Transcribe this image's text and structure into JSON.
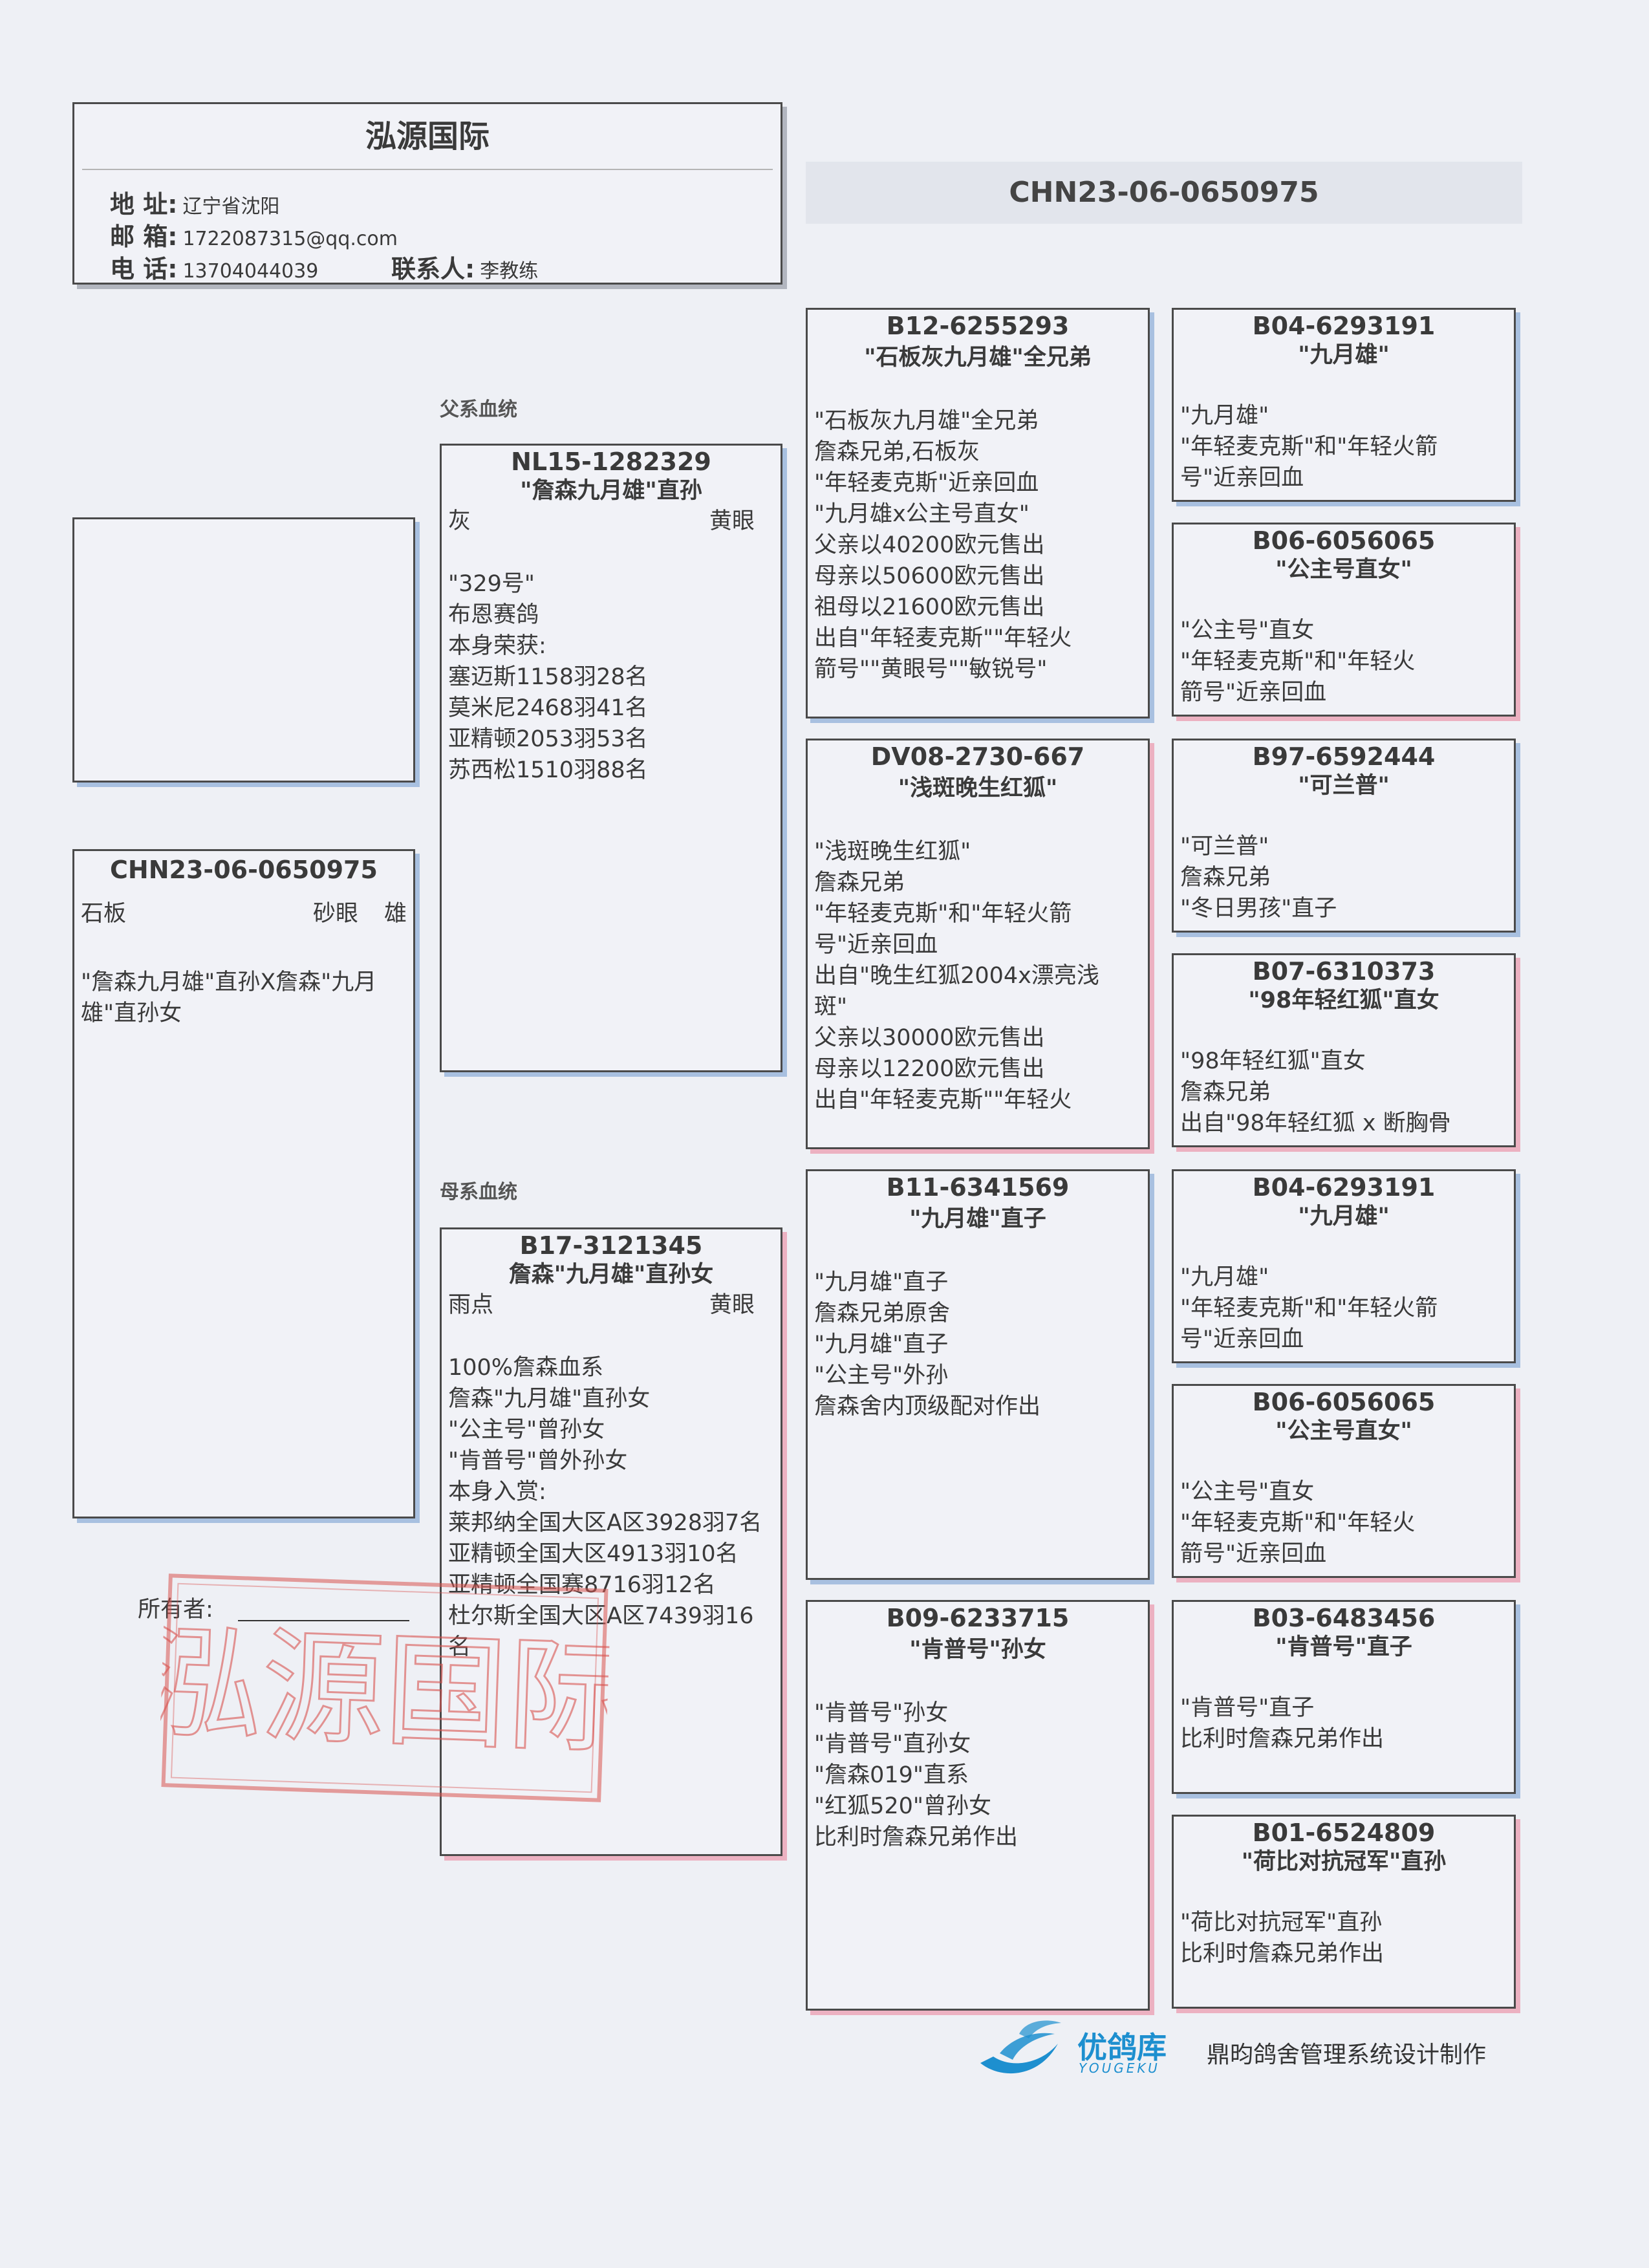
{
  "header": {
    "org_name": "泓源国际",
    "address_label": "地 址:",
    "address": "辽宁省沈阳",
    "email_label": "邮 箱:",
    "email": "1722087315@qq.com",
    "phone_label": "电 话:",
    "phone": "13704044039",
    "contact_label": "联系人:",
    "contact": "李教练"
  },
  "ring_banner": "CHN23-06-0650975",
  "subject": {
    "ring": "CHN23-06-0650975",
    "color": "石板",
    "eye": "砂眼",
    "sex": "雄",
    "note": [
      "\"詹森九月雄\"直孙X詹森\"九月",
      "雄\"直孙女"
    ]
  },
  "owner_label": "所有者:",
  "stamp_text": "泓源国际",
  "sire_label": "父系血统",
  "dam_label": "母系血统",
  "sire": {
    "ring": "NL15-1282329",
    "name": "\"詹森九月雄\"直孙",
    "color": "灰",
    "eye": "黄眼",
    "lines": [
      "",
      "\"329号\"",
      "布恩赛鸽",
      "本身荣获:",
      "塞迈斯1158羽28名",
      "莫米尼2468羽41名",
      "亚精顿2053羽53名",
      "苏西松1510羽88名"
    ]
  },
  "dam": {
    "ring": "B17-3121345",
    "name": "詹森\"九月雄\"直孙女",
    "color": "雨点",
    "eye": "黄眼",
    "lines": [
      "",
      "100%詹森血系",
      "詹森\"九月雄\"直孙女",
      "\"公主号\"曾孙女",
      "\"肯普号\"曾外孙女",
      "本身入赏:",
      "莱邦纳全国大区A区3928羽7名",
      "亚精顿全国大区4913羽10名",
      "亚精顿全国赛8716羽12名",
      "杜尔斯全国大区A区7439羽16",
      "名"
    ]
  },
  "gp": [
    {
      "ring": "B12-6255293",
      "name": "\"石板灰九月雄\"全兄弟",
      "lines": [
        "",
        "\"石板灰九月雄\"全兄弟",
        "詹森兄弟,石板灰",
        "\"年轻麦克斯\"近亲回血",
        "\"九月雄x公主号直女\"",
        "父亲以40200欧元售出",
        "母亲以50600欧元售出",
        "祖母以21600欧元售出",
        "出自\"年轻麦克斯\"\"年轻火",
        "箭号\"\"黄眼号\"\"敏锐号\""
      ]
    },
    {
      "ring": "DV08-2730-667",
      "name": "\"浅斑晚生红狐\"",
      "lines": [
        "",
        "\"浅斑晚生红狐\"",
        "詹森兄弟",
        "\"年轻麦克斯\"和\"年轻火箭",
        "号\"近亲回血",
        "出自\"晚生红狐2004x漂亮浅",
        "斑\"",
        "父亲以30000欧元售出",
        "母亲以12200欧元售出",
        "出自\"年轻麦克斯\"\"年轻火"
      ]
    },
    {
      "ring": "B11-6341569",
      "name": "\"九月雄\"直子",
      "lines": [
        "",
        "\"九月雄\"直子",
        "詹森兄弟原舍",
        "\"九月雄\"直子",
        "\"公主号\"外孙",
        "詹森舍内顶级配对作出"
      ]
    },
    {
      "ring": "B09-6233715",
      "name": "\"肯普号\"孙女",
      "lines": [
        "",
        "\"肯普号\"孙女",
        "\"肯普号\"直孙女",
        "\"詹森019\"直系",
        "\"红狐520\"曾孙女",
        "比利时詹森兄弟作出"
      ]
    }
  ],
  "ggp": [
    {
      "ring": "B04-6293191",
      "name": "\"九月雄\"",
      "lines": [
        "",
        "\"九月雄\"",
        "\"年轻麦克斯\"和\"年轻火箭",
        "号\"近亲回血"
      ]
    },
    {
      "ring": "B06-6056065",
      "name": "\"公主号直女\"",
      "lines": [
        "",
        "\"公主号\"直女",
        "\"年轻麦克斯\"和\"年轻火",
        "箭号\"近亲回血"
      ]
    },
    {
      "ring": "B97-6592444",
      "name": "\"可兰普\"",
      "lines": [
        "",
        "\"可兰普\"",
        "詹森兄弟",
        "\"冬日男孩\"直子"
      ]
    },
    {
      "ring": "B07-6310373",
      "name": "\"98年轻红狐\"直女",
      "lines": [
        "",
        "\"98年轻红狐\"直女",
        "詹森兄弟",
        "出自\"98年轻红狐 x 断胸骨"
      ]
    },
    {
      "ring": "B04-6293191",
      "name": "\"九月雄\"",
      "lines": [
        "",
        "\"九月雄\"",
        "\"年轻麦克斯\"和\"年轻火箭",
        "号\"近亲回血"
      ]
    },
    {
      "ring": "B06-6056065",
      "name": "\"公主号直女\"",
      "lines": [
        "",
        "\"公主号\"直女",
        "\"年轻麦克斯\"和\"年轻火",
        "箭号\"近亲回血"
      ]
    },
    {
      "ring": "B03-6483456",
      "name": "\"肯普号\"直子",
      "lines": [
        "",
        "\"肯普号\"直子",
        "比利时詹森兄弟作出"
      ]
    },
    {
      "ring": "B01-6524809",
      "name": "\"荷比对抗冠军\"直孙",
      "lines": [
        "",
        "\"荷比对抗冠军\"直孙",
        "比利时詹森兄弟作出"
      ]
    }
  ],
  "footer": {
    "brand": "优鸽库",
    "brand_en": "YOUGEKU",
    "made_by": "鼎昀鸽舍管理系统设计制作"
  },
  "colors": {
    "blue_shadow": "#a8c0e0",
    "pink_shadow": "#ecb1c1",
    "stamp": "#d9534f",
    "brand": "#1d8fcf"
  }
}
